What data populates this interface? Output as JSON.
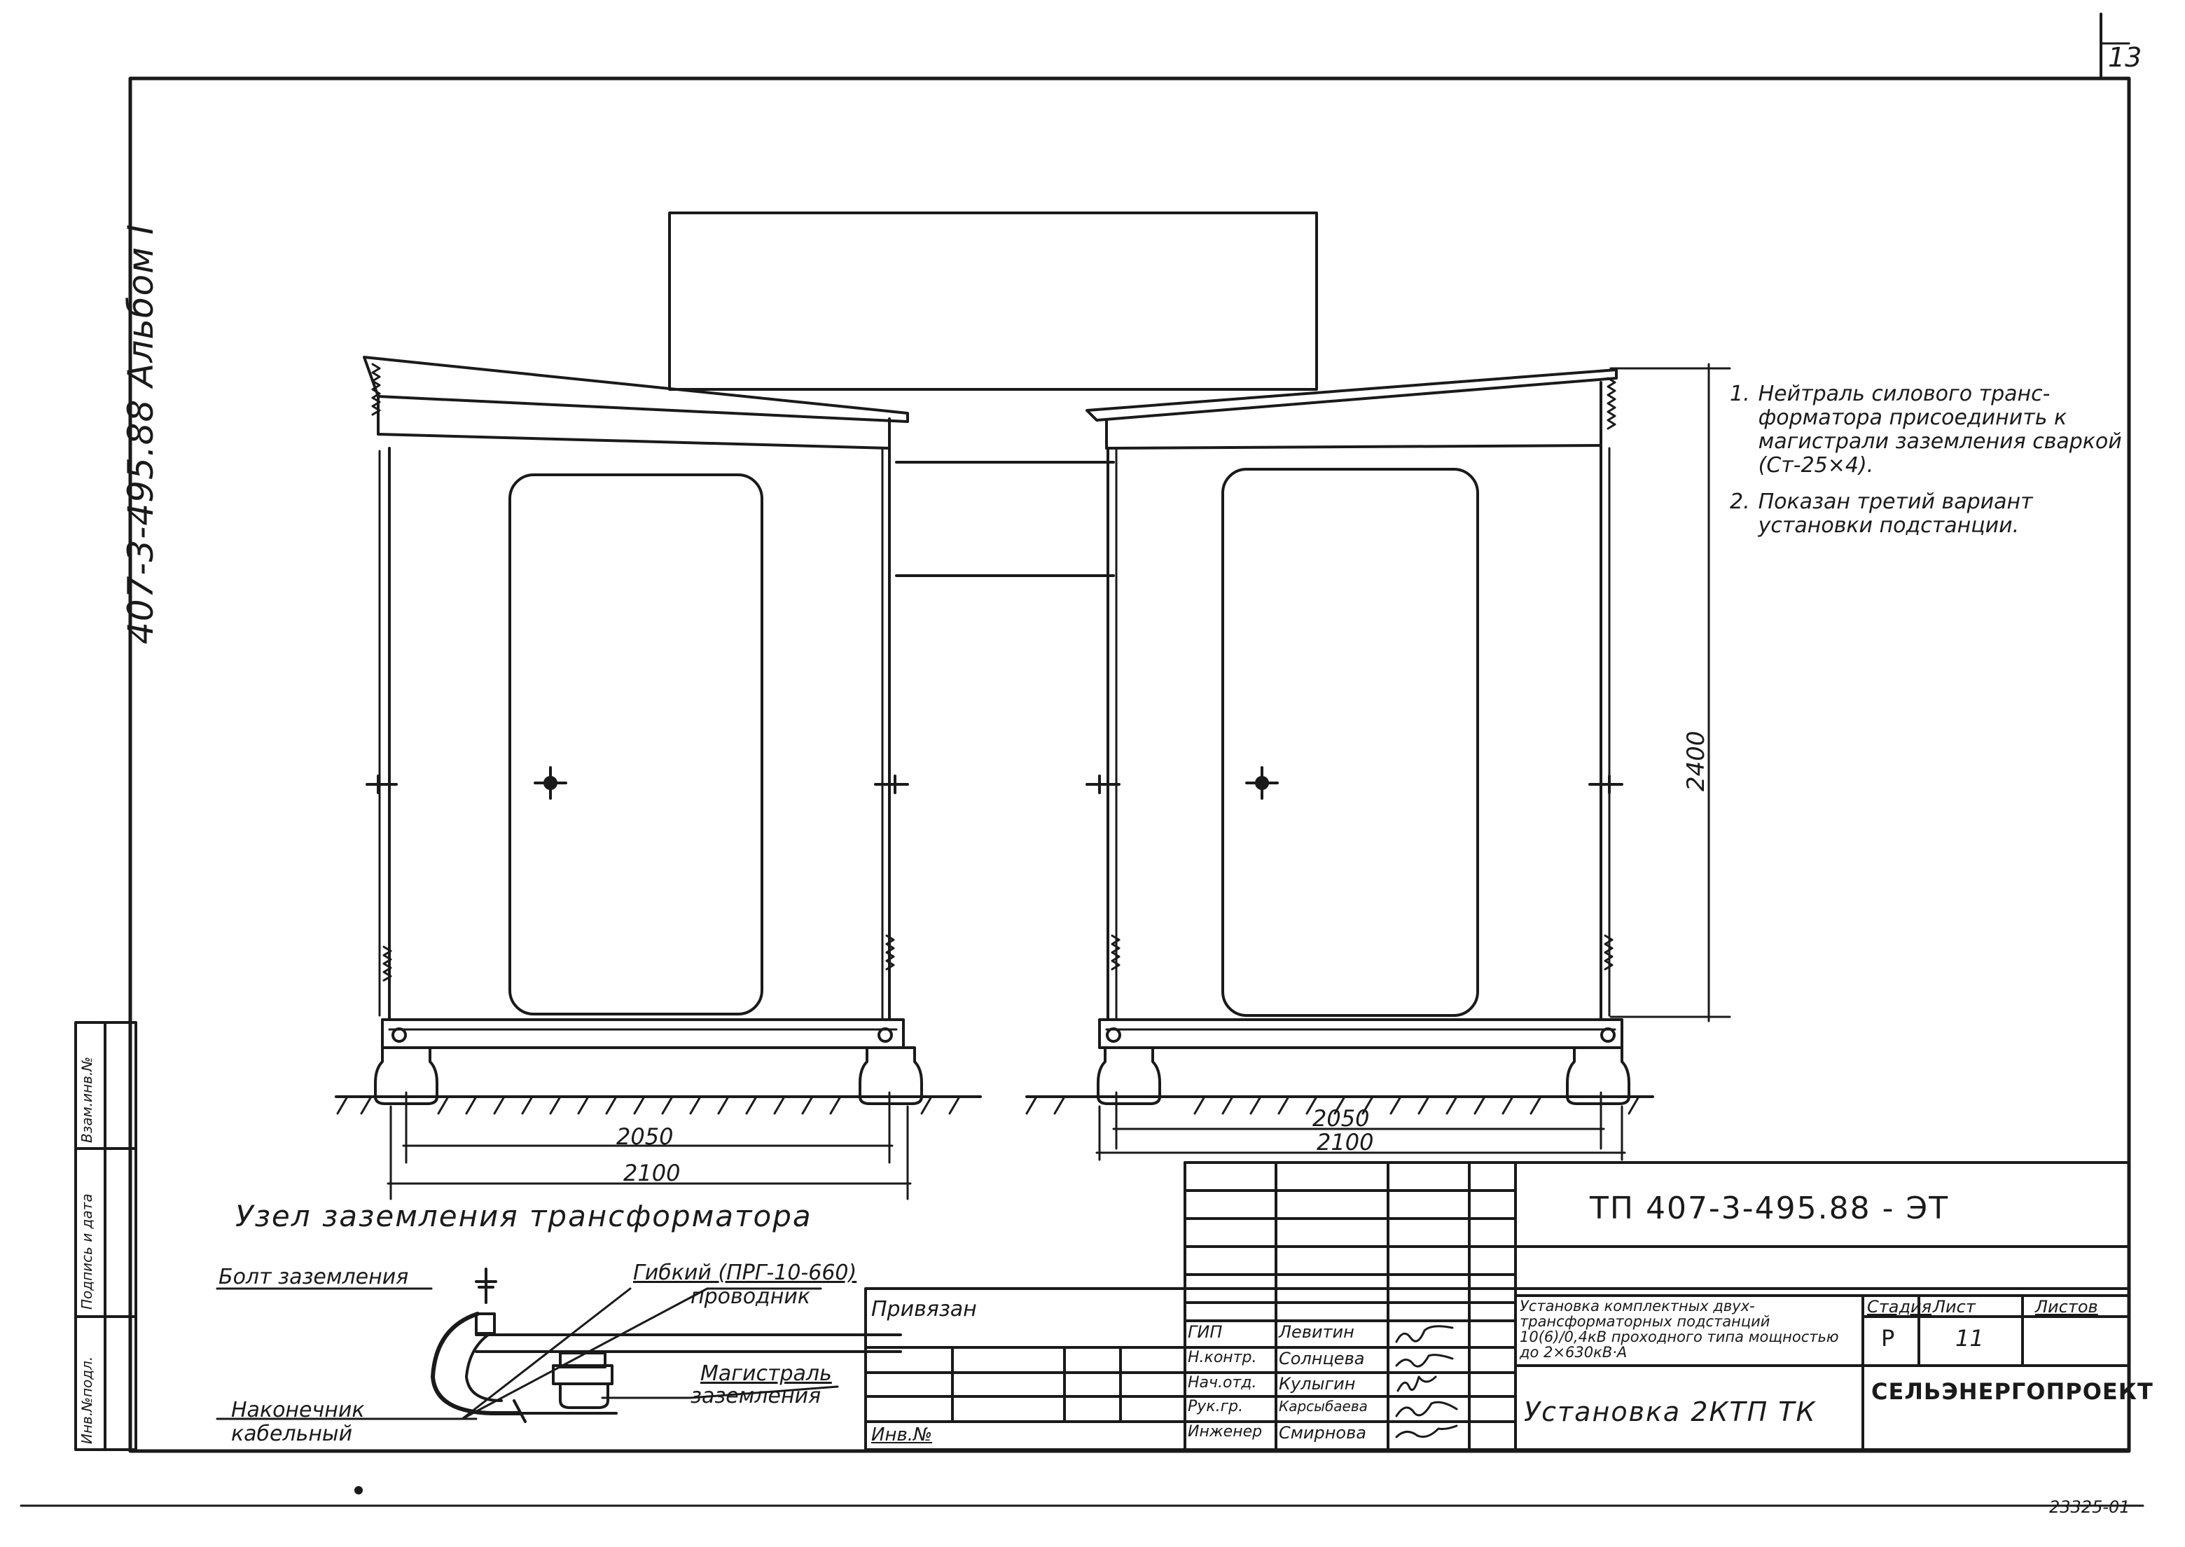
{
  "sheet_corner_number": "13",
  "album_label": "407-3-495.88 Альбом I",
  "archive_number": "23325-01",
  "notes": [
    {
      "num": "1.",
      "text": "Нейтраль силового транс-форматора присоединить к магистрали заземления сваркой (Ст-25×4)."
    },
    {
      "num": "2.",
      "text": "Показан третий вариант установки подстанции."
    }
  ],
  "dimensions": {
    "left_inner": "2050",
    "left_outer": "2100",
    "right_inner": "2050",
    "right_outer": "2100",
    "height": "2400"
  },
  "detail": {
    "title": "Узел заземления трансформатора",
    "bolt_label": "Болт заземления",
    "flex_label_1": "Гибкий (ПРГ-10-660)",
    "flex_label_2": "проводник",
    "trunk_label_1": "Магистраль",
    "trunk_label_2": "заземления",
    "lug_label_1": "Наконечник",
    "lug_label_2": "кабельный"
  },
  "side_stamp": {
    "col1": "Взам.инв.№",
    "col2": "Подпись и дата",
    "col3": "Инв.№подл."
  },
  "title_block": {
    "doc_code": "ТП 407-3-495.88 - ЭТ",
    "bound_label": "Привязан",
    "inv_label": "Инв.№",
    "description": "Установка комплектных двух-трансформаторных подстанций 10(6)/0,4кВ проходного типа мощностью до 2×630кВ·А",
    "stage_header": "Стадия",
    "sheet_header": "Лист",
    "sheets_header": "Листов",
    "stage_value": "Р",
    "sheet_value": "11",
    "sheets_value": "",
    "drawing_title": "Установка 2КТП ТК",
    "org": "СЕЛЬЭНЕРГОПРОЕКТ",
    "staff": [
      {
        "role": "ГИП",
        "name": "Левитин"
      },
      {
        "role": "Н.контр.",
        "name": "Солнцева"
      },
      {
        "role": "Нач.отд.",
        "name": "Кулыгин"
      },
      {
        "role": "Рук.гр.",
        "name": "Карсыбаева"
      },
      {
        "role": "Инженер",
        "name": "Смирнова"
      }
    ]
  }
}
